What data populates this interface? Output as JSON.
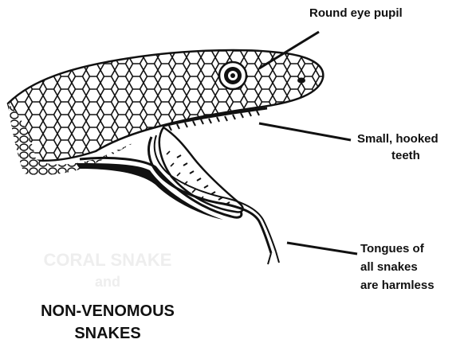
{
  "labels": {
    "eye_pupil": "Round eye pupil",
    "teeth_line1": "Small, hooked",
    "teeth_line2": "teeth",
    "tongue_line1": "Tongues of",
    "tongue_line2": "all snakes",
    "tongue_line3": "are harmless"
  },
  "faded_caption": {
    "line1": "CORAL SNAKE",
    "line2": "and"
  },
  "title": {
    "line1": "NON-VENOMOUS",
    "line2": "SNAKES"
  }
}
